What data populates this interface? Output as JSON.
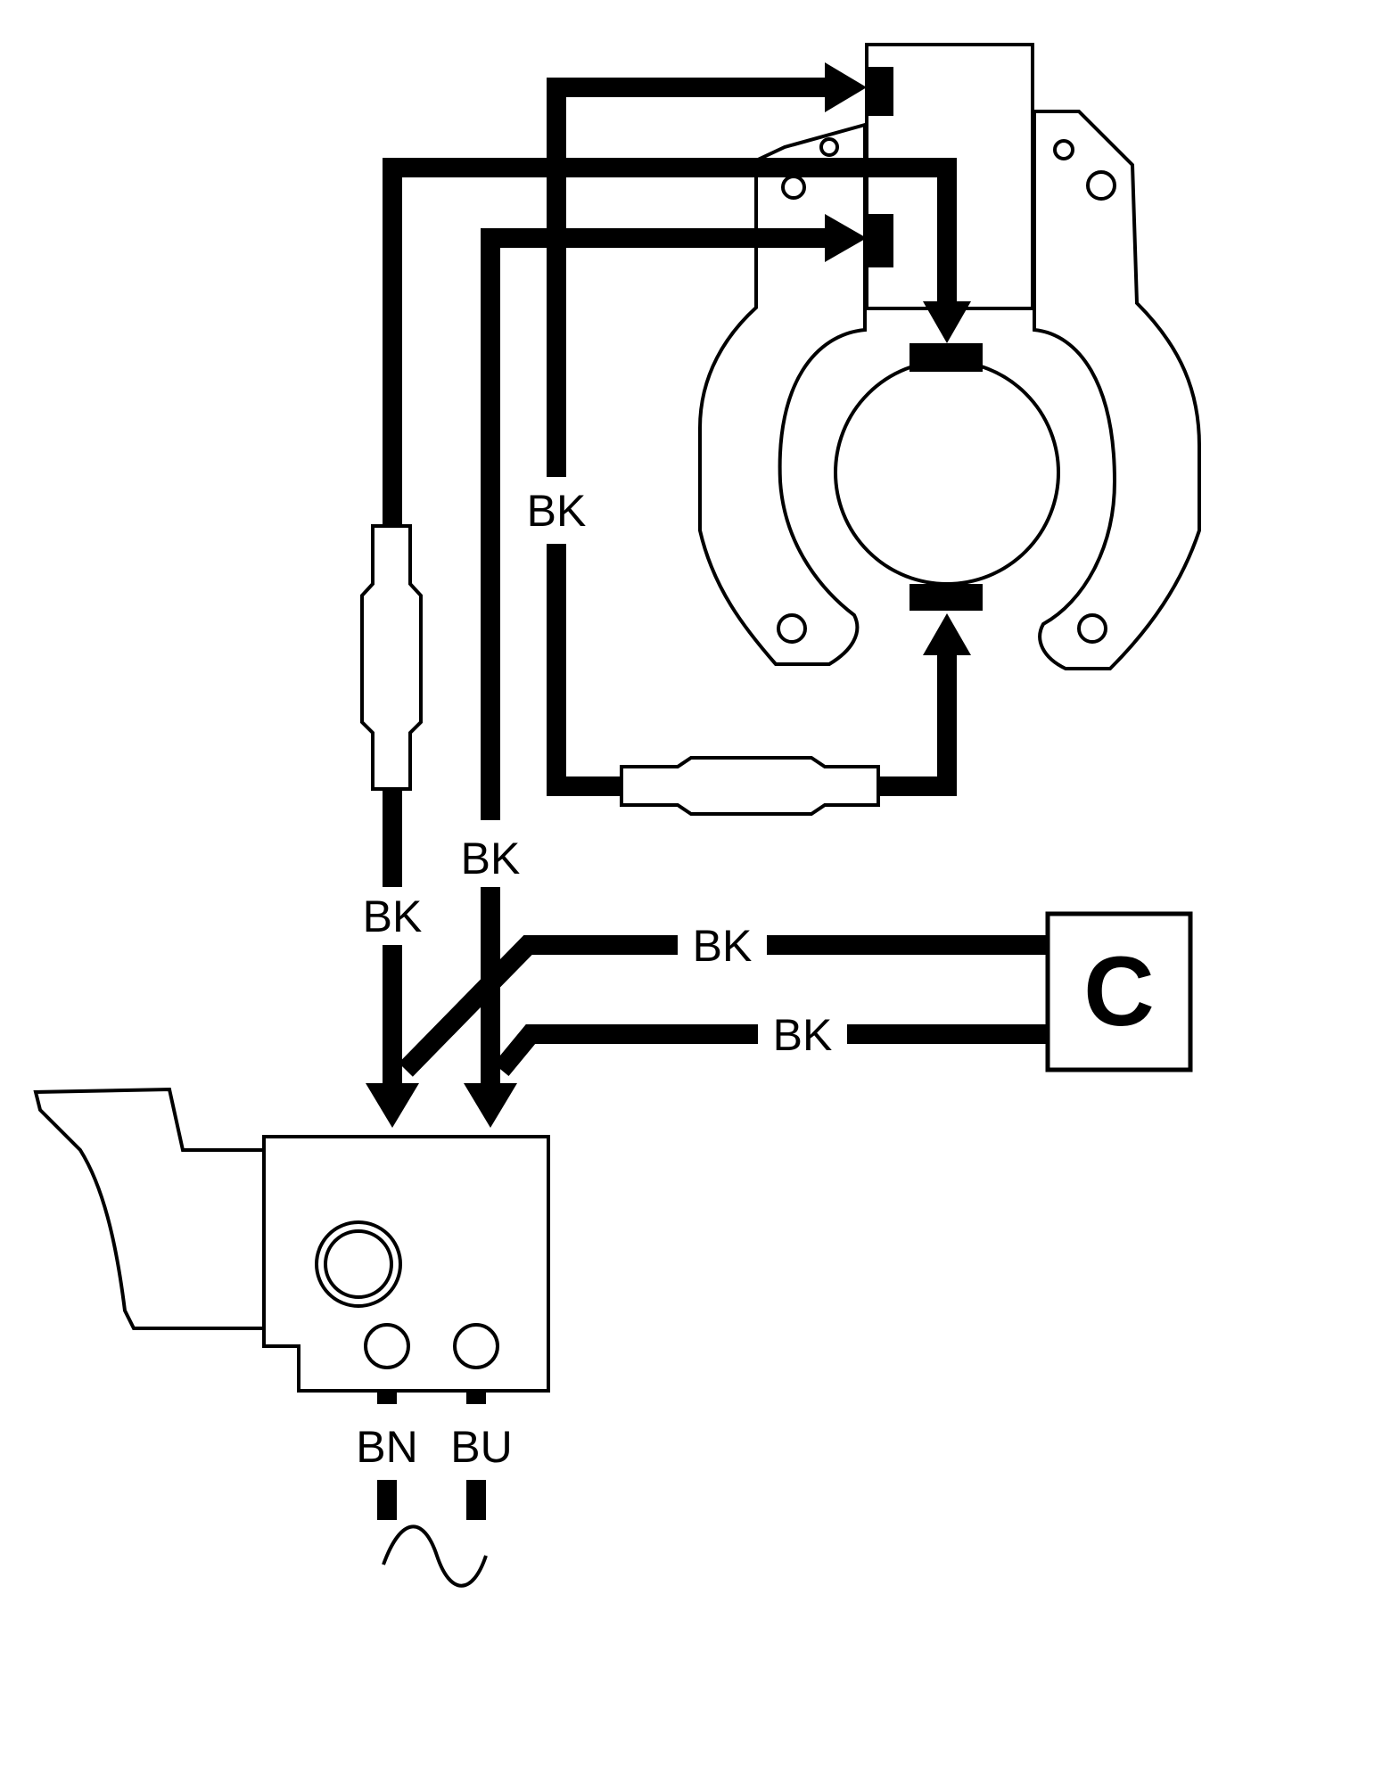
{
  "diagram": {
    "wire_labels": {
      "fuse_left": "BK",
      "center_vertical": "BK",
      "switch_input": "BK",
      "capacitor_top": "BK",
      "capacitor_bottom": "BK"
    },
    "capacitor_label": "C",
    "supply_labels": {
      "brown": "BN",
      "blue": "BU"
    },
    "ac_symbol": "~"
  }
}
